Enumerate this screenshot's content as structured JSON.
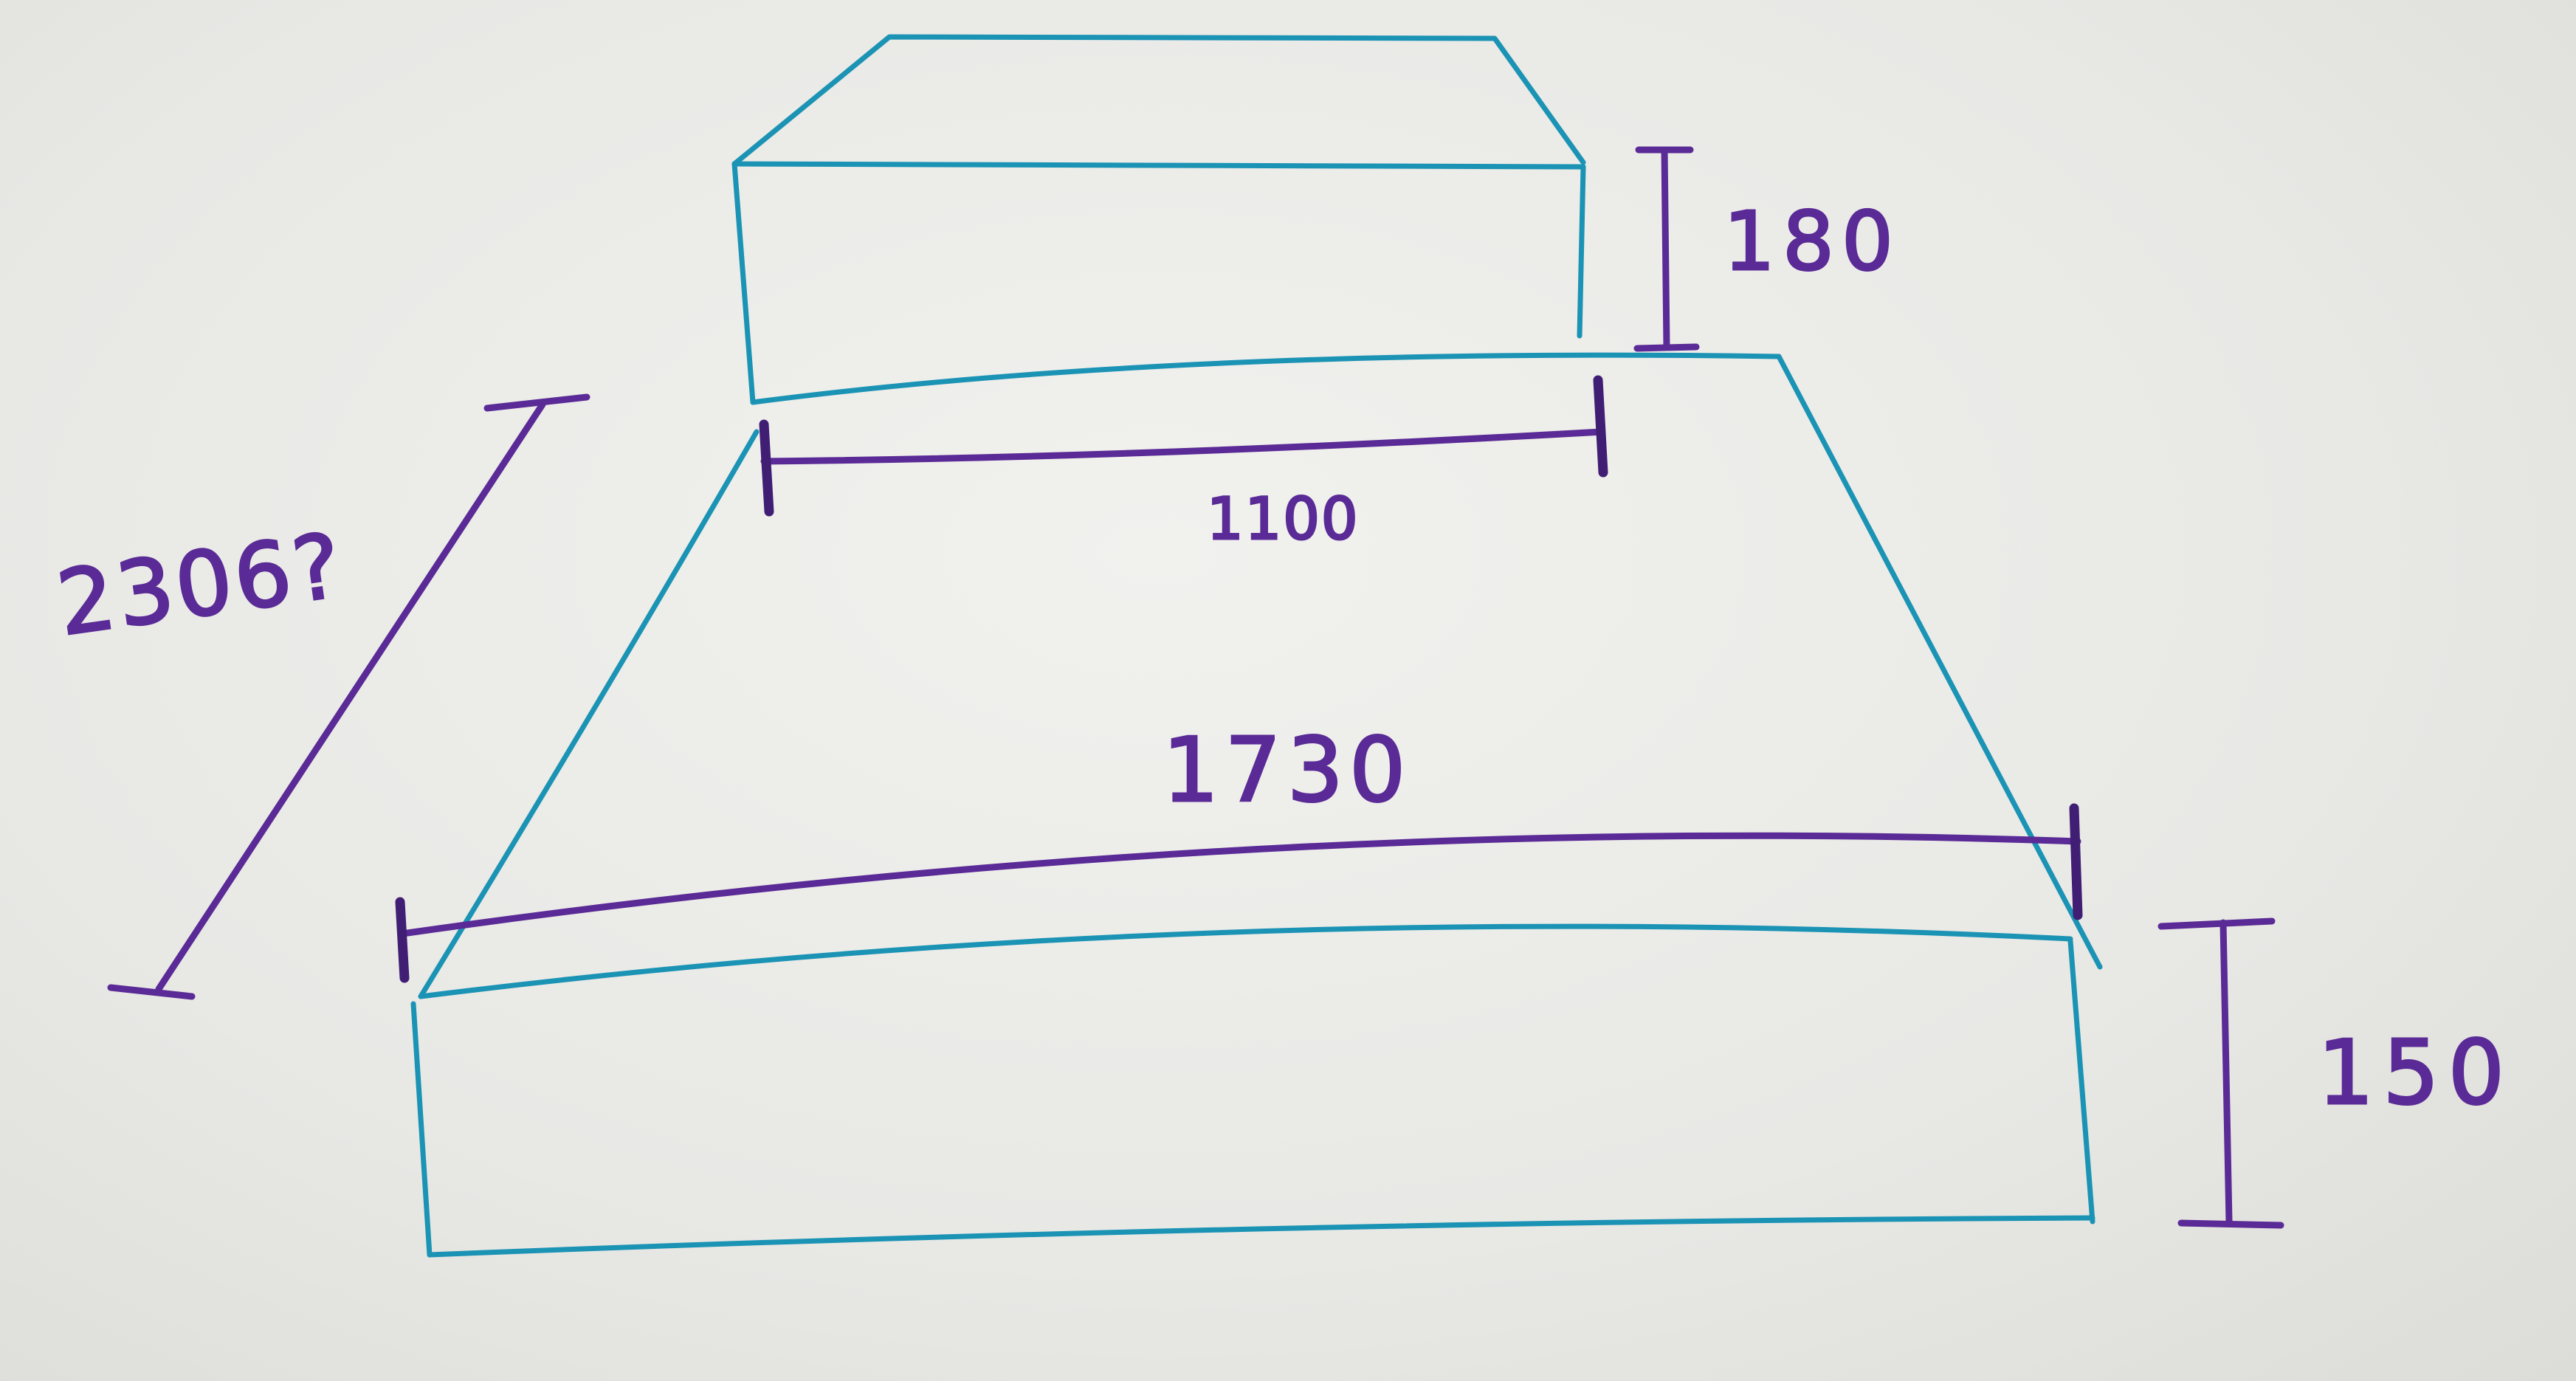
{
  "diagram": {
    "type": "hand-drawn dimension sketch",
    "ink_colors": {
      "outline": "#1b93b4",
      "dimension": "#5a2a96"
    },
    "dimensions": {
      "top_height": "180",
      "top_width": "1100",
      "bottom_width": "1730",
      "slant_length": "2306?",
      "base_height": "150"
    }
  }
}
